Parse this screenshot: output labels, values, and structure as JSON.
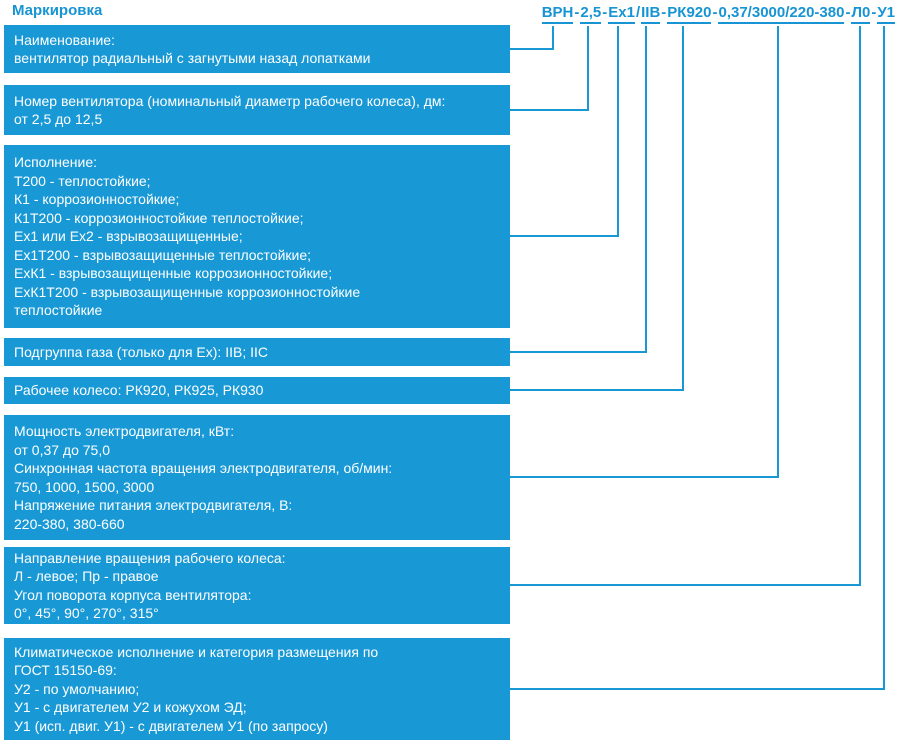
{
  "title": "Маркировка",
  "colors": {
    "accent_text": "#1794D3",
    "box_background": "#1899D6",
    "box_text": "#FFFFFF"
  },
  "code": {
    "segments": [
      {
        "text": "ВРН"
      },
      {
        "text": "2,5"
      },
      {
        "text": "Ex1"
      },
      {
        "text": "IIB"
      },
      {
        "text": "РК920"
      },
      {
        "text": "0,37/3000/220-380"
      },
      {
        "text": "Л0"
      },
      {
        "text": "У1"
      }
    ],
    "separators": [
      "-",
      "-",
      "/",
      "-",
      "-",
      "-",
      "-"
    ]
  },
  "boxes": [
    {
      "text": "Наименование:\nвентилятор радиальный с загнутыми назад лопатками"
    },
    {
      "text": "Номер вентилятора (номинальный диаметр рабочего колеса), дм:\nот 2,5 до 12,5"
    },
    {
      "text": "Исполнение:\nТ200 - теплостойкие;\nК1 - коррозионностойкие;\nК1Т200 - коррозионностойкие теплостойкие;\nEx1 или Ex2 - взрывозащищенные;\nEx1Т200 - взрывозащищенные теплостойкие;\nExК1 - взрывозащищенные коррозионностойкие;\nExК1Т200 - взрывозащищенные коррозионностойкие\nтеплостойкие"
    },
    {
      "text": "Подгруппа газа (только для Ex): IIB; IIC"
    },
    {
      "text": "Рабочее колесо: РК920, РК925, РК930"
    },
    {
      "text": "Мощность электродвигателя, кВт:\nот 0,37 до 75,0\nСинхронная частота вращения электродвигателя, об/мин:\n750, 1000, 1500, 3000\nНапряжение питания электродвигателя, В:\n220-380, 380-660"
    },
    {
      "text": "Направление вращения рабочего колеса:\nЛ - левое; Пр - правое\nУгол поворота корпуса вентилятора:\n0°, 45°, 90°, 270°, 315°"
    },
    {
      "text": "Климатическое исполнение и категория размещения по\nГОСТ 15150-69:\nУ2 - по умолчанию;\nУ1 - с двигателем У2 и кожухом ЭД;\nУ1 (исп. двиг. У1) - с двигателем У1 (по запросу)"
    }
  ]
}
